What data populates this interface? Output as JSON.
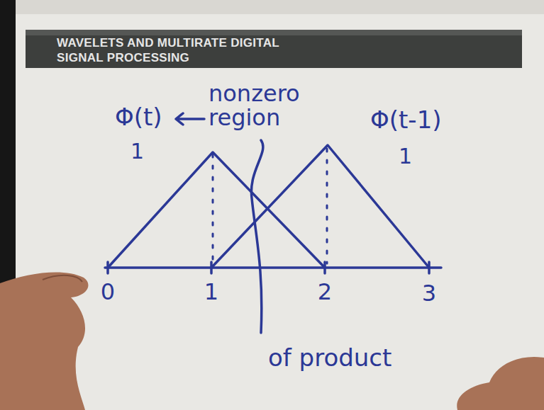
{
  "diagram": {
    "title": "WAVELETS AND MULTIRATE DIGITAL SIGNAL PROCESSING",
    "labels": [
      "Φ(t)",
      "1",
      "nonzero region",
      "Φ(t-1)",
      "1",
      "0",
      "1",
      "2",
      "3",
      "of product"
    ]
  }
}
